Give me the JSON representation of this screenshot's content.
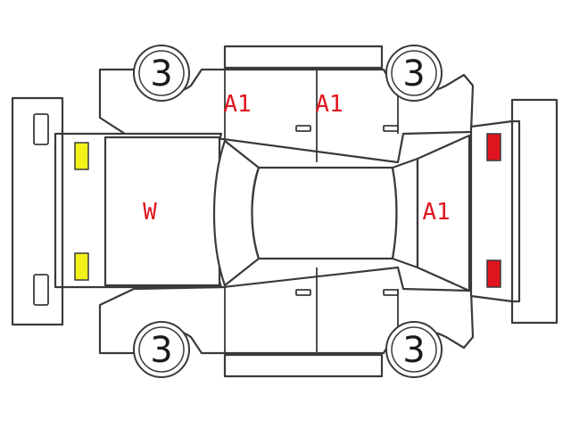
{
  "tires": {
    "front_left": "3",
    "front_right": "3",
    "rear_left": "3",
    "rear_right": "3"
  },
  "damage_marks": {
    "left_front_door": "A1",
    "left_rear_door": "A1",
    "tailgate": "A1",
    "hood": "W"
  },
  "colors": {
    "mark_text": "#e0141e",
    "front_lamp": "#f2f21a",
    "rear_lamp": "#e0141e",
    "outline": "#3a3a3a"
  }
}
